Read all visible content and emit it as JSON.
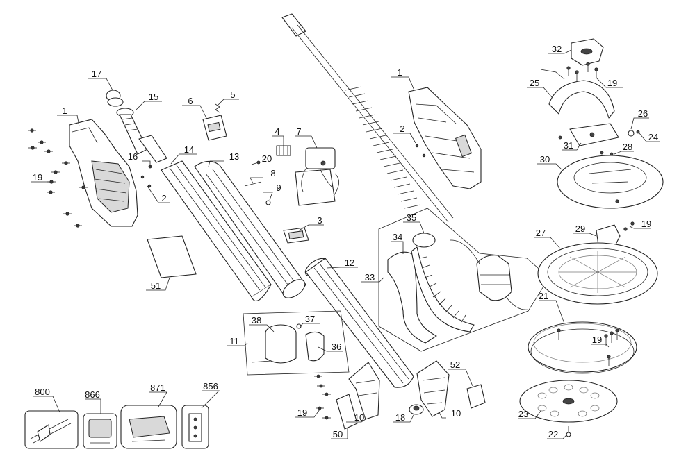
{
  "callouts": [
    {
      "id": "label-17",
      "text": "17"
    },
    {
      "id": "label-15",
      "text": "15"
    },
    {
      "id": "label-1-left",
      "text": "1"
    },
    {
      "id": "label-16",
      "text": "16"
    },
    {
      "id": "label-14",
      "text": "14"
    },
    {
      "id": "label-19-left",
      "text": "19"
    },
    {
      "id": "label-2-left",
      "text": "2"
    },
    {
      "id": "label-51",
      "text": "51"
    },
    {
      "id": "label-6",
      "text": "6"
    },
    {
      "id": "label-5",
      "text": "5"
    },
    {
      "id": "label-4",
      "text": "4"
    },
    {
      "id": "label-7",
      "text": "7"
    },
    {
      "id": "label-13",
      "text": "13"
    },
    {
      "id": "label-20",
      "text": "20"
    },
    {
      "id": "label-8",
      "text": "8"
    },
    {
      "id": "label-9",
      "text": "9"
    },
    {
      "id": "label-3",
      "text": "3"
    },
    {
      "id": "label-1-center",
      "text": "1"
    },
    {
      "id": "label-2-center",
      "text": "2"
    },
    {
      "id": "label-35",
      "text": "35"
    },
    {
      "id": "label-34",
      "text": "34"
    },
    {
      "id": "label-33",
      "text": "33"
    },
    {
      "id": "label-12",
      "text": "12"
    },
    {
      "id": "label-38",
      "text": "38"
    },
    {
      "id": "label-37",
      "text": "37"
    },
    {
      "id": "label-11",
      "text": "11"
    },
    {
      "id": "label-36",
      "text": "36"
    },
    {
      "id": "label-52",
      "text": "52"
    },
    {
      "id": "label-19-lower",
      "text": "19"
    },
    {
      "id": "label-10-left",
      "text": "10"
    },
    {
      "id": "label-18",
      "text": "18"
    },
    {
      "id": "label-10-right",
      "text": "10"
    },
    {
      "id": "label-50",
      "text": "50"
    },
    {
      "id": "label-32",
      "text": "32"
    },
    {
      "id": "label-25",
      "text": "25"
    },
    {
      "id": "label-19-top-right",
      "text": "19"
    },
    {
      "id": "label-26",
      "text": "26"
    },
    {
      "id": "label-24",
      "text": "24"
    },
    {
      "id": "label-31",
      "text": "31"
    },
    {
      "id": "label-28",
      "text": "28"
    },
    {
      "id": "label-30",
      "text": "30"
    },
    {
      "id": "label-29",
      "text": "29"
    },
    {
      "id": "label-19-mid-right",
      "text": "19"
    },
    {
      "id": "label-27",
      "text": "27"
    },
    {
      "id": "label-21",
      "text": "21"
    },
    {
      "id": "label-19-ring",
      "text": "19"
    },
    {
      "id": "label-23",
      "text": "23"
    },
    {
      "id": "label-22",
      "text": "22"
    },
    {
      "id": "label-800",
      "text": "800"
    },
    {
      "id": "label-866",
      "text": "866"
    },
    {
      "id": "label-871",
      "text": "871"
    },
    {
      "id": "label-856",
      "text": "856"
    }
  ]
}
